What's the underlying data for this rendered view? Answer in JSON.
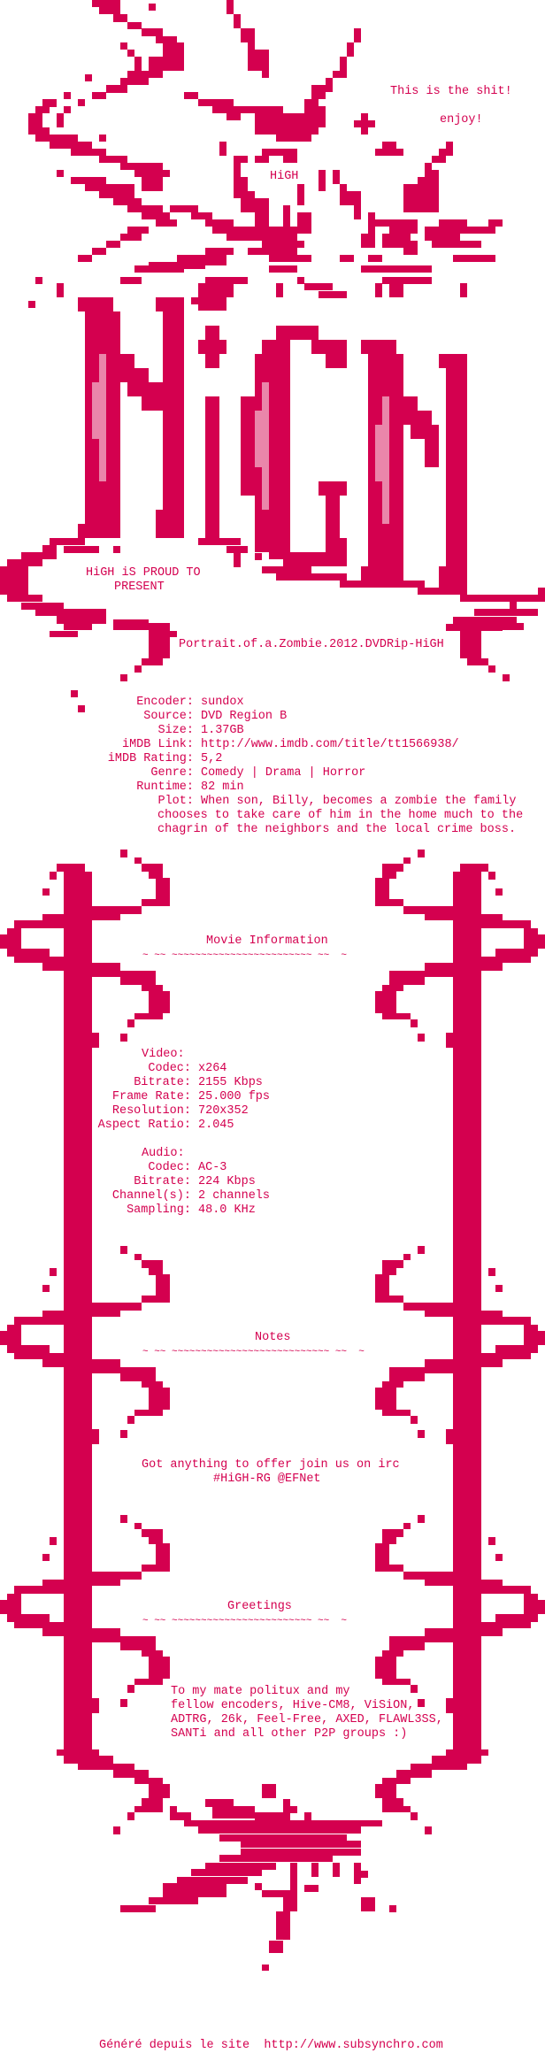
{
  "colors": {
    "ink": "#d4004f",
    "highlight": "#ea86aa",
    "background": "#ffffff"
  },
  "header": {
    "tagline": "This is the shit!",
    "enjoy": "enjoy!",
    "group_small": "HiGH",
    "logo_text": "HiGH",
    "proud_line1": "HiGH iS PROUD TO",
    "proud_line2": "PRESENT",
    "release_title": "Portrait.of.a.Zombie.2012.DVDRip-HiGH"
  },
  "info": {
    "rows": [
      {
        "label": "Encoder:",
        "value": "sundox"
      },
      {
        "label": "Source:",
        "value": "DVD Region B"
      },
      {
        "label": "Size:",
        "value": "1.37GB"
      },
      {
        "label": "iMDB Link:",
        "value": "http://www.imdb.com/title/tt1566938/"
      },
      {
        "label": "iMDB Rating:",
        "value": "5,2"
      },
      {
        "label": "Genre:",
        "value": "Comedy | Drama | Horror"
      },
      {
        "label": "Runtime:",
        "value": "82 min"
      }
    ],
    "plot_label": "Plot:",
    "plot_lines": [
      "When son, Billy, becomes a zombie the family",
      "chooses to take care of him in the home much to the",
      "chagrin of the neighbors and the local crime boss."
    ]
  },
  "movie_information": {
    "heading": "Movie Information",
    "divider": "~ ~~ ~~~~~~~~~~~~~~~~~~~~~~~~ ~~  ~",
    "video_heading": "Video:",
    "video": [
      {
        "label": "Codec:",
        "value": "x264"
      },
      {
        "label": "Bitrate:",
        "value": "2155 Kbps"
      },
      {
        "label": "Frame Rate:",
        "value": "25.000 fps"
      },
      {
        "label": "Resolution:",
        "value": "720x352"
      },
      {
        "label": "Aspect Ratio:",
        "value": "2.045"
      }
    ],
    "audio_heading": "Audio:",
    "audio": [
      {
        "label": "Codec:",
        "value": "AC-3"
      },
      {
        "label": "Bitrate:",
        "value": "224 Kbps"
      },
      {
        "label": "Channel(s):",
        "value": "2 channels"
      },
      {
        "label": "Sampling:",
        "value": "48.0 KHz"
      }
    ]
  },
  "notes": {
    "heading": "Notes",
    "divider": "~ ~~ ~~~~~~~~~~~~~~~~~~~~~~~~~~~ ~~  ~",
    "line1": "Got anything to offer join us on irc",
    "line2": "#HiGH-RG @EFNet"
  },
  "greetings": {
    "heading": "Greetings",
    "divider": "~ ~~ ~~~~~~~~~~~~~~~~~~~~~~~~ ~~  ~",
    "lines": [
      "To my mate politux and my",
      "fellow encoders, Hive-CM8, ViSiON,",
      "ADTRG, 26k, Feel-Free, AXED, FLAWL3SS,",
      "SANTi and all other P2P groups :)"
    ]
  },
  "footer": {
    "text": "Généré depuis le site  http://www.subsynchro.com"
  }
}
